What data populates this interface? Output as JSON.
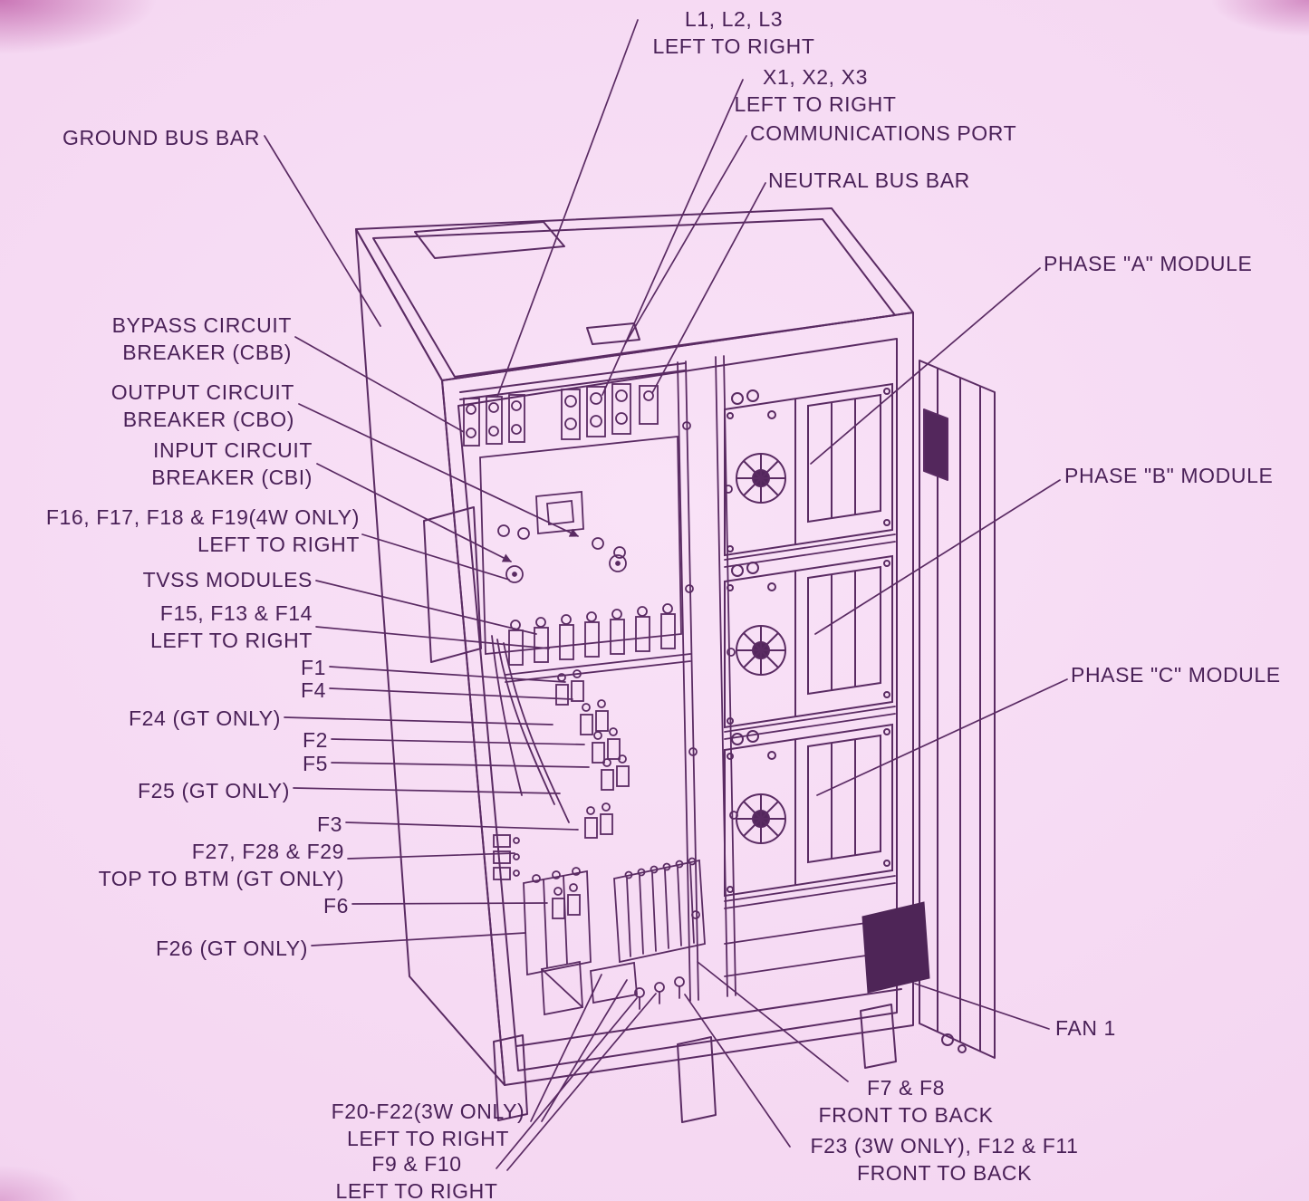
{
  "colors": {
    "background": "#f4d6f1",
    "line": "#5a2b63",
    "text": "#4a2158"
  },
  "labels": {
    "l1_l2_l3": "L1, L2, L3\nLEFT TO RIGHT",
    "x1_x2_x3": "X1, X2, X3\nLEFT TO RIGHT",
    "communications_port": "COMMUNICATIONS PORT",
    "neutral_bus_bar": "NEUTRAL BUS BAR",
    "ground_bus_bar": "GROUND BUS BAR",
    "phase_a_module": "PHASE \"A\" MODULE",
    "bypass_circuit_breaker": "BYPASS CIRCUIT\nBREAKER (CBB)",
    "output_circuit_breaker": "OUTPUT CIRCUIT\nBREAKER (CBO)",
    "input_circuit_breaker": "INPUT CIRCUIT\nBREAKER (CBI)",
    "phase_b_module": "PHASE \"B\" MODULE",
    "f16_f19": "F16, F17, F18 & F19(4W ONLY)\nLEFT TO RIGHT",
    "tvss_modules": "TVSS MODULES",
    "f15_f13_f14": "F15, F13 & F14\nLEFT TO RIGHT",
    "f1": "F1",
    "f4": "F4",
    "f24": "F24 (GT ONLY)",
    "f2": "F2",
    "f5": "F5",
    "f25": "F25 (GT ONLY)",
    "phase_c_module": "PHASE \"C\" MODULE",
    "f3": "F3",
    "f27_f28_f29": "F27, F28 & F29\nTOP TO BTM (GT ONLY)",
    "f6": "F6",
    "f26": "F26 (GT ONLY)",
    "fan_1": "FAN 1",
    "f7_f8": "F7 & F8\nFRONT TO BACK",
    "f20_f22": "F20-F22(3W ONLY)\nLEFT TO RIGHT",
    "f23_f12_f11": "F23 (3W ONLY), F12 & F11\nFRONT TO BACK",
    "f9_f10": "F9 & F10\nLEFT TO RIGHT"
  }
}
